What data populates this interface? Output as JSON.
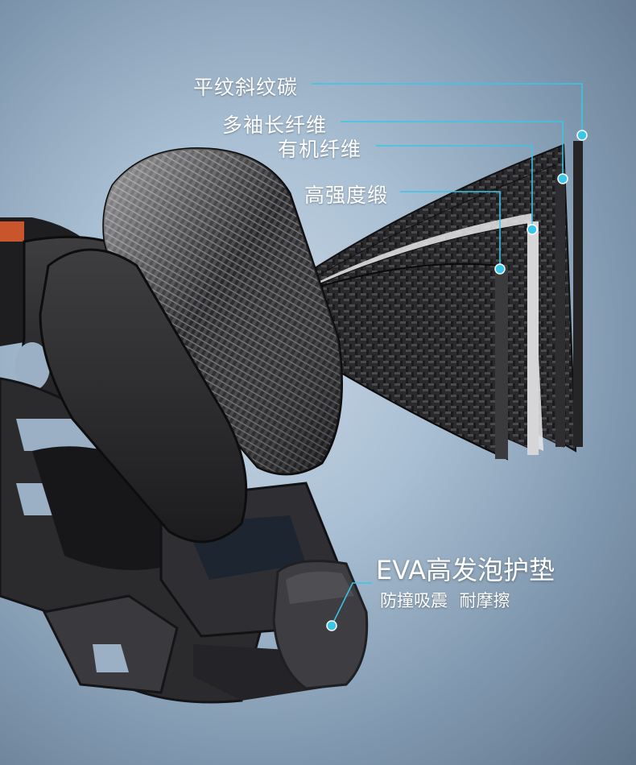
{
  "layers": {
    "label_1": "平纹斜纹碳",
    "label_2": "多袖长纤维",
    "label_3": "有机纤维",
    "label_4": "高强度缎"
  },
  "eva": {
    "title": "EVA高发泡护垫",
    "features": "防撞吸震  耐摩擦"
  },
  "colors": {
    "accent": "#3ac6e8",
    "background": "#a9bfd3",
    "label_text": "#ffffff"
  }
}
